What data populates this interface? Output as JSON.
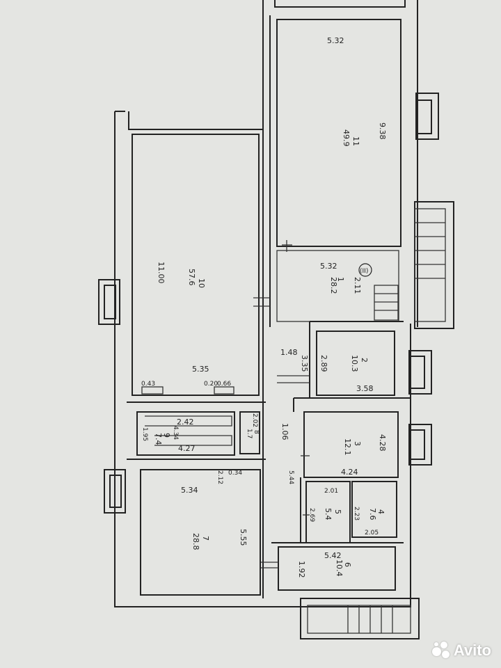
{
  "watermark": {
    "brand": "Avito",
    "icon": "avito-logo-icon",
    "color": "#ffffff"
  },
  "colors": {
    "paper": "#e4e5e2",
    "ink": "#222222"
  },
  "rooms": [
    {
      "id": "r11",
      "number": "11",
      "area": "49.9",
      "dims": [
        "5.32",
        "9.38"
      ]
    },
    {
      "id": "r1",
      "number": "1",
      "area": "28.2",
      "dims": [
        "5.32",
        "2.11"
      ]
    },
    {
      "id": "r10",
      "number": "10",
      "area": "57.6",
      "dims": [
        "11.00",
        "5.35"
      ]
    },
    {
      "id": "r2",
      "number": "2",
      "area": "10.3",
      "dims": [
        "3.58",
        "2.89",
        "3.35",
        "1.48"
      ]
    },
    {
      "id": "r3",
      "number": "3",
      "area": "12.1",
      "dims": [
        "4.28",
        "4.24",
        "1.06"
      ]
    },
    {
      "id": "r9",
      "number": "9",
      "area": "7.4",
      "dims": [
        "2.42",
        "4.27",
        "1.95",
        "4.34"
      ]
    },
    {
      "id": "r8",
      "number": "8",
      "area": "1.7",
      "dims": [
        "2.02"
      ]
    },
    {
      "id": "r7",
      "number": "7",
      "area": "28.8",
      "dims": [
        "5.34",
        "5.55",
        "2.12",
        "0.34"
      ]
    },
    {
      "id": "r5",
      "number": "5",
      "area": "5.4",
      "dims": [
        "2.01",
        "2.69",
        "5.44"
      ]
    },
    {
      "id": "r4",
      "number": "4",
      "area": "7.6",
      "dims": [
        "2.05",
        "2.23"
      ]
    },
    {
      "id": "r6",
      "number": "6",
      "area": "10.4",
      "dims": [
        "5.42",
        "1.92"
      ]
    }
  ],
  "misc_labels": [
    "0.43",
    "0.20",
    "0.66",
    "(II)"
  ]
}
